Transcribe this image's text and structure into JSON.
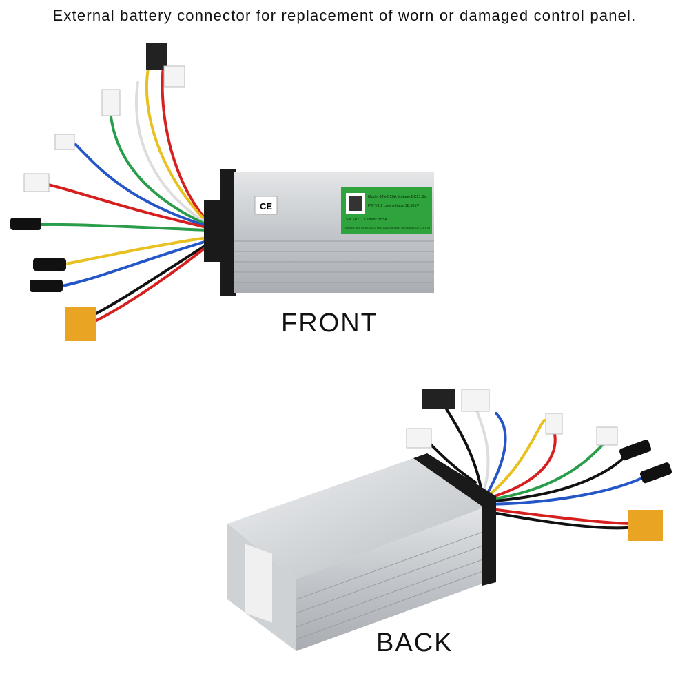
{
  "headline": "External battery connector for replacement of worn or damaged control panel.",
  "front_caption": "FRONT",
  "back_caption": "BACK",
  "front_label": {
    "ce_mark": "CE",
    "lines": [
      "Model:6JIe2-20A Voltage:DC21.6V",
      "FW:V1.1   Low voltage:18.581V",
      "S/N FB21...   Current:20±5A",
      "TIANJIN SANTROLL ELECTRIC AUTOMOBILE TECHNOLOGY CO.,LTD"
    ]
  },
  "colors": {
    "housing": "#c9cdd1",
    "end_cap": "#1a1a1a",
    "label_green": "#2fa33c",
    "xt_connector": "#e9a423"
  }
}
